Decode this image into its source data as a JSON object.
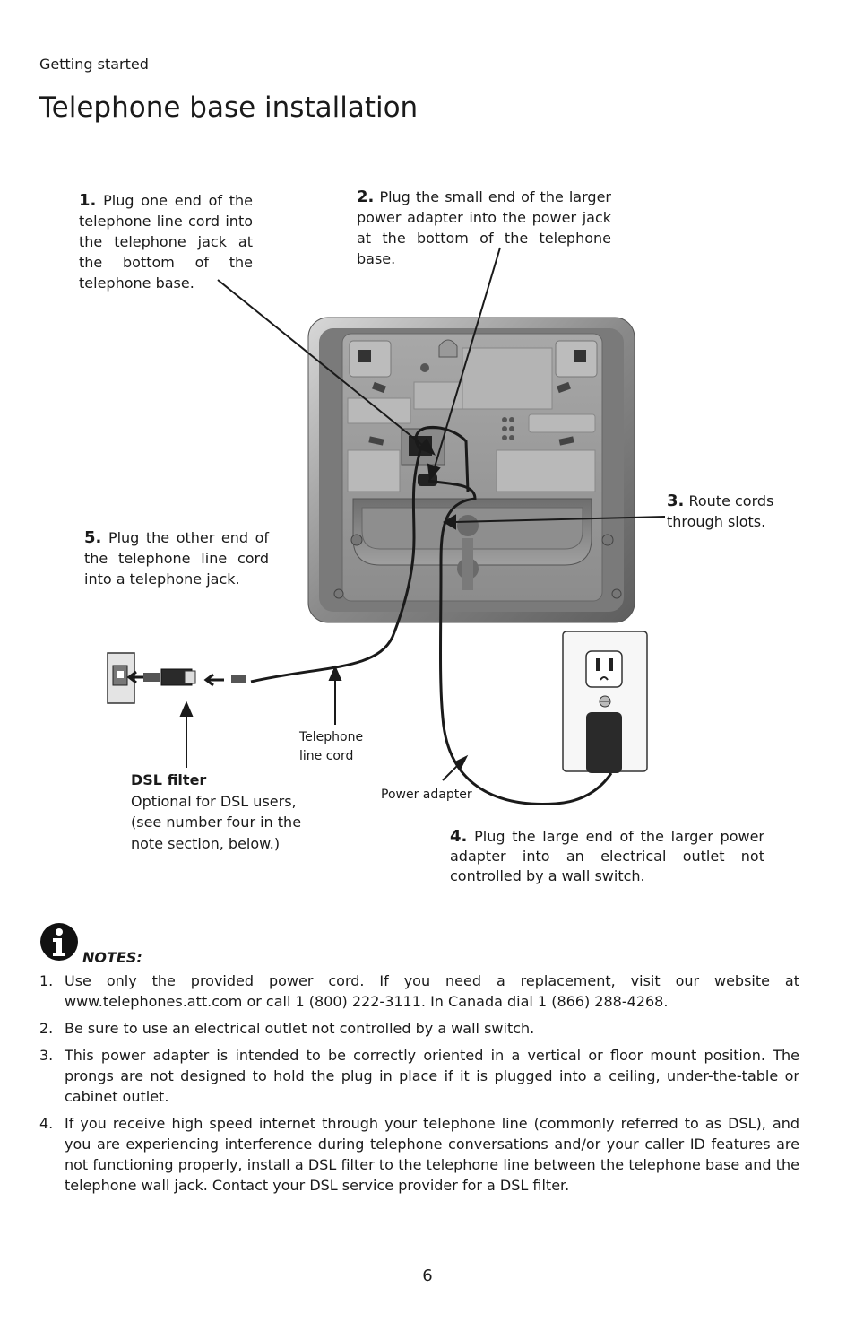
{
  "header": {
    "section": "Getting started",
    "title": "Telephone base installation"
  },
  "steps": {
    "s1": {
      "num": "1.",
      "text": "Plug one end of the telephone line cord into the telephone jack at the bottom of the telephone base."
    },
    "s2": {
      "num": "2.",
      "text": "Plug the small end of the larger power adapter into the power jack at the bottom of the telephone base."
    },
    "s3": {
      "num": "3.",
      "text": "Route cords through slots."
    },
    "s4": {
      "num": "4.",
      "text": "Plug the large end of the larger power adapter into an electrical outlet not controlled by a wall switch."
    },
    "s5": {
      "num": "5.",
      "text": "Plug the other end of the telephone line cord into a telephone jack."
    }
  },
  "labels": {
    "cord_line1": "Telephone",
    "cord_line2": "line cord",
    "power_adapter": "Power adapter",
    "dsl_title": "DSL filter",
    "dsl_text": "Optional for DSL users, (see number four in the note section, below.)"
  },
  "notes": {
    "heading": "NOTES:",
    "items": [
      {
        "n": "1.",
        "text": "Use only the provided power cord. If you need a replacement, visit our website at www.telephones.att.com or call 1 (800) 222-3111. In Canada dial 1 (866) 288-4268."
      },
      {
        "n": "2.",
        "text": "Be sure to use an electrical outlet not controlled by a wall switch."
      },
      {
        "n": "3.",
        "text": "This power adapter is intended to be correctly oriented in a vertical or floor mount position. The prongs are not designed to hold the plug in place if it is plugged into a ceiling, under-the-table or cabinet outlet."
      },
      {
        "n": "4.",
        "text": "If you receive high speed internet through your telephone line (commonly referred to as DSL), and you are experiencing interference during telephone conversations and/or your caller ID features are not functioning properly, install a DSL filter to the telephone line between the telephone base and the telephone wall jack. Contact your DSL service provider for a DSL filter."
      }
    ]
  },
  "footer": {
    "page_number": "6"
  },
  "icons": {
    "notes": "info-icon"
  }
}
